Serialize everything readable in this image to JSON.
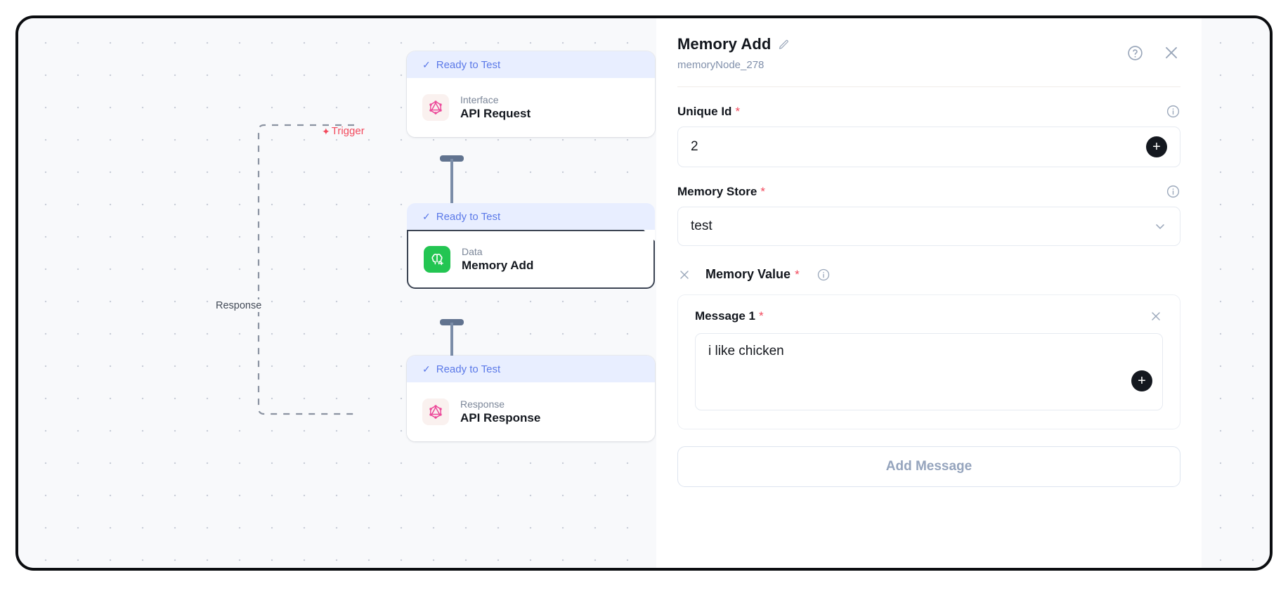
{
  "canvas": {
    "edge_labels": {
      "trigger": "Trigger",
      "response": "Response",
      "bolt_icon": "bolt-icon"
    },
    "nodes": [
      {
        "status": "Ready to Test",
        "kind": "Interface",
        "title": "API Request",
        "icon": "graphql-icon",
        "selected": false
      },
      {
        "status": "Ready to Test",
        "kind": "Data",
        "title": "Memory Add",
        "icon": "brain-plus-icon",
        "selected": true
      },
      {
        "status": "Ready to Test",
        "kind": "Response",
        "title": "API Response",
        "icon": "graphql-icon",
        "selected": false
      }
    ]
  },
  "panel": {
    "title": "Memory Add",
    "edit_icon": "pencil-icon",
    "subtitle": "memoryNode_278",
    "help_icon": "question-circle-icon",
    "close_icon": "close-icon",
    "fields": {
      "unique_id": {
        "label": "Unique Id",
        "required_marker": "*",
        "info_icon": "info-icon",
        "value": "2",
        "add_icon": "plus-icon"
      },
      "memory_store": {
        "label": "Memory Store",
        "required_marker": "*",
        "info_icon": "info-icon",
        "value": "test",
        "chevron_icon": "chevron-down-icon"
      },
      "memory_value": {
        "label": "Memory Value",
        "required_marker": "*",
        "remove_icon": "close-icon",
        "info_icon": "info-icon",
        "messages": [
          {
            "label": "Message 1",
            "required_marker": "*",
            "remove_icon": "close-icon",
            "value": "i like chicken",
            "add_icon": "plus-icon"
          }
        ],
        "add_message_label": "Add Message"
      }
    }
  },
  "colors": {
    "accent_blue": "#5b79e8",
    "status_bg": "#e8eeff",
    "required_red": "#f2495c",
    "trigger_red": "#f2495c",
    "node_green": "#23c552",
    "node_pink": "#ec4899",
    "edge_slate": "#61738f"
  }
}
